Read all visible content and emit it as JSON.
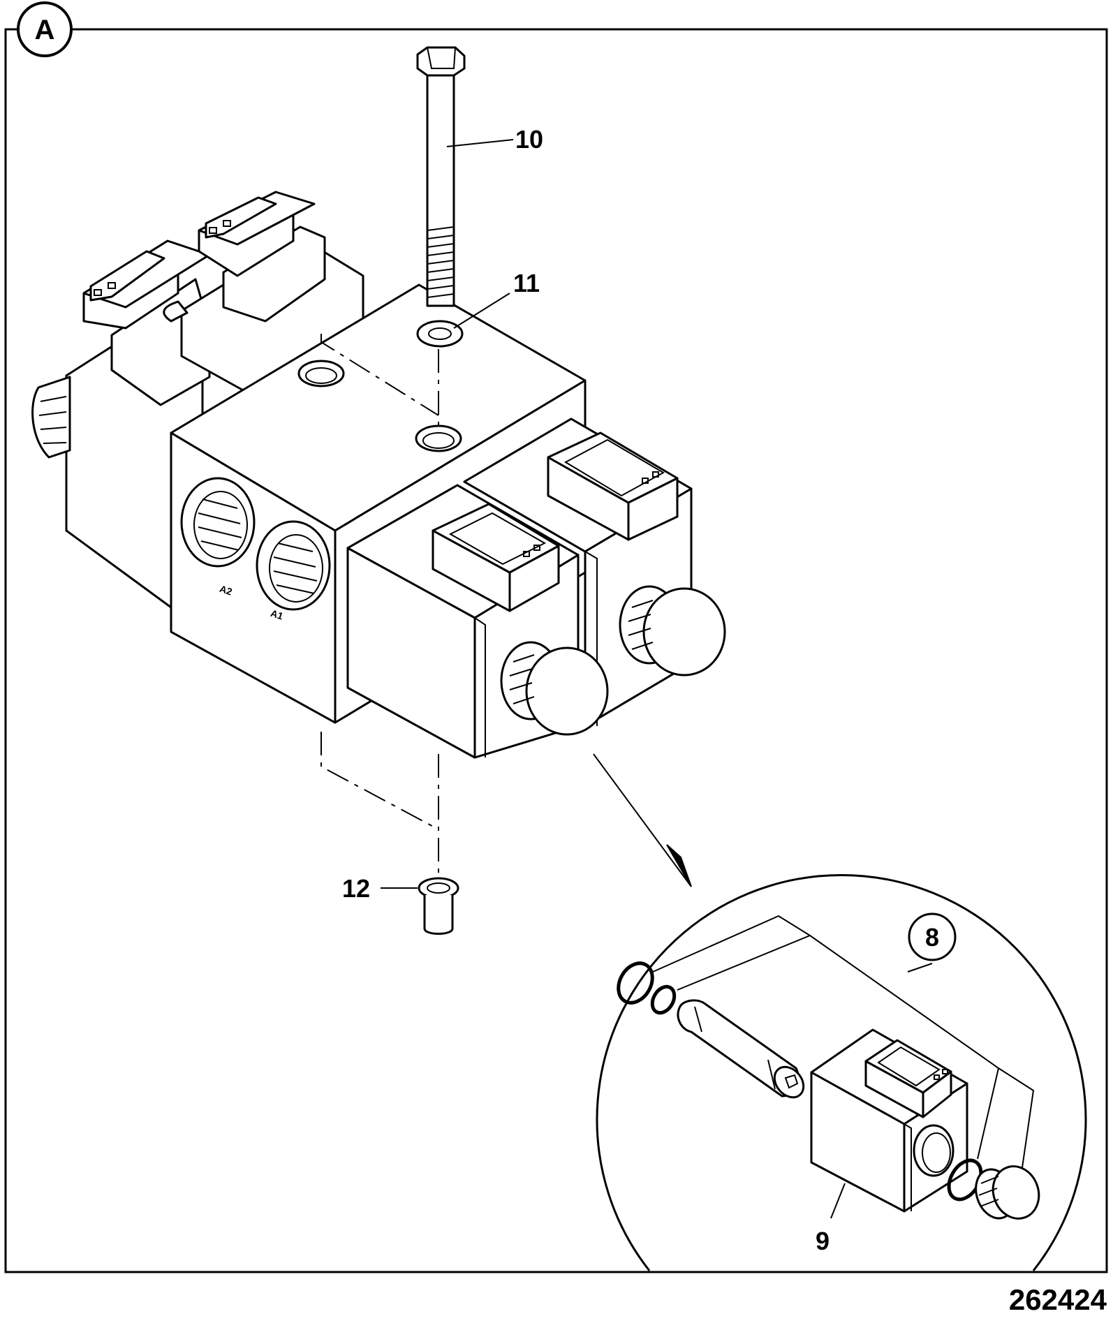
{
  "view_label": "A",
  "figure_id": "262424",
  "callouts": {
    "c8": "8",
    "c9": "9",
    "c10": "10",
    "c11": "11",
    "c12": "12"
  },
  "port_labels": {
    "a2": "A2",
    "a1": "A1"
  }
}
